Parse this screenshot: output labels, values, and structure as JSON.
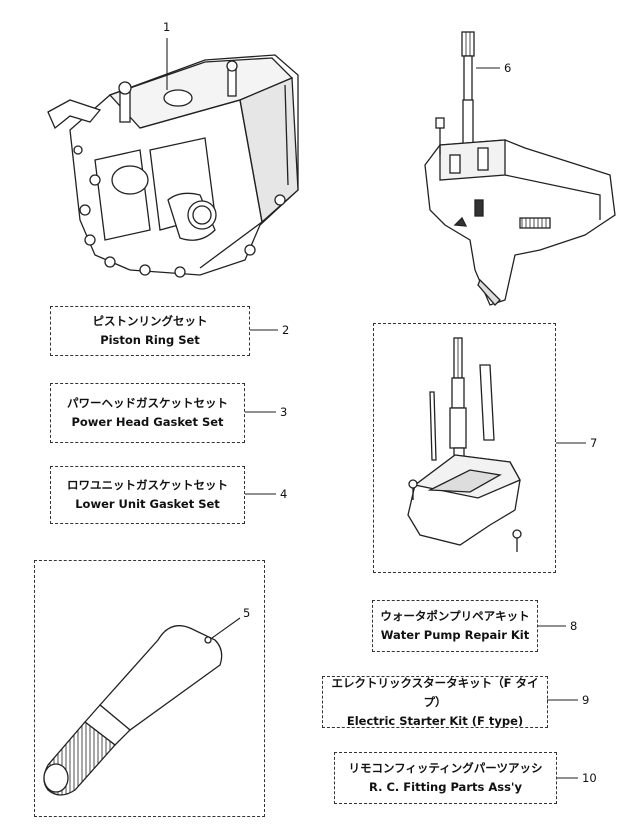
{
  "callouts": {
    "n1": "1",
    "n2": "2",
    "n3": "3",
    "n4": "4",
    "n5": "5",
    "n6": "6",
    "n7": "7",
    "n8": "8",
    "n9": "9",
    "n10": "10"
  },
  "kits": {
    "piston_ring": {
      "ja": "ピストンリングセット",
      "en": "Piston Ring Set"
    },
    "power_head_gasket": {
      "ja": "パワーヘッドガスケットセット",
      "en": "Power Head Gasket Set"
    },
    "lower_unit_gasket": {
      "ja": "ロワユニットガスケットセット",
      "en": "Lower Unit Gasket Set"
    },
    "water_pump_repair": {
      "ja": "ウォータポンプリペアキット",
      "en": "Water Pump Repair Kit"
    },
    "electric_starter": {
      "ja": "エレクトリックスタータキット（F タイプ）",
      "en": "Electric Starter Kit (F type)"
    },
    "rc_fitting": {
      "ja": "リモコンフィッティングパーツアッシ",
      "en": "R. C. Fitting Parts Ass'y"
    }
  },
  "colors": {
    "line": "#222222",
    "fill": "#ffffff",
    "shade": "#bdbdbd"
  }
}
